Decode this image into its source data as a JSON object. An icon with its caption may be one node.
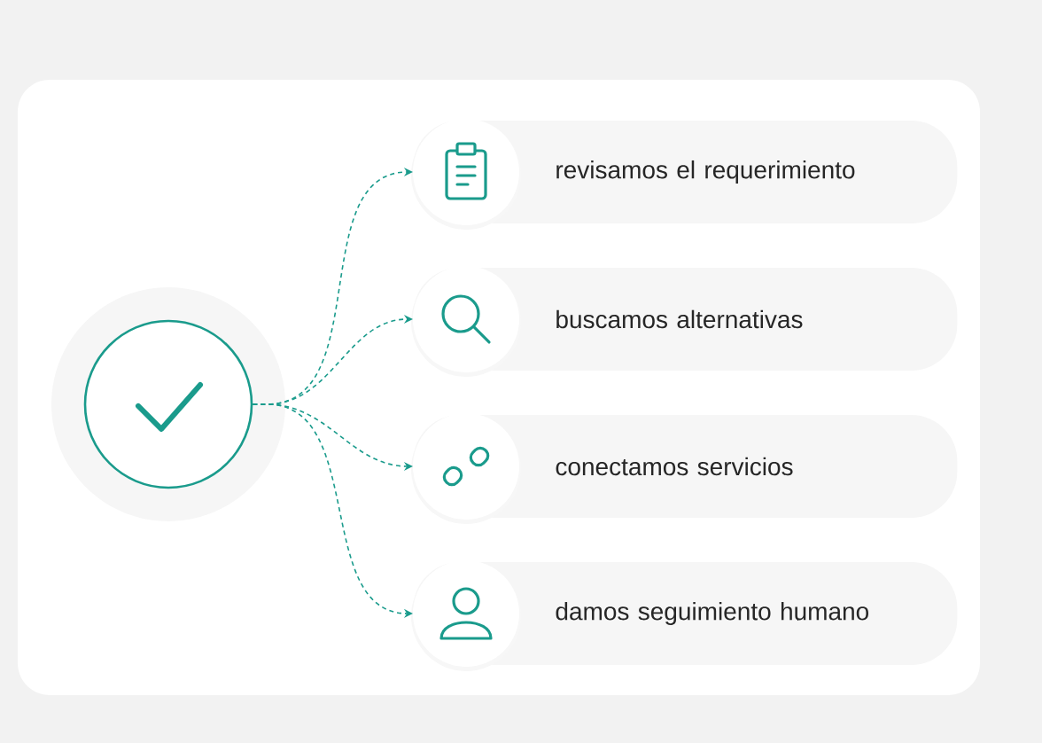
{
  "diagram": {
    "nodes": [
      {
        "text": [],
        "shape": "circle"
      },
      {
        "text": [
          "revisamos el requerimiento"
        ]
      },
      {
        "text": [
          "buscamos alternativas"
        ]
      },
      {
        "text": [
          "conectamos servicios"
        ]
      },
      {
        "text": [
          "damos seguimiento humano"
        ]
      }
    ],
    "edges": [
      {
        "from": 0,
        "to": 1,
        "arrow": "to",
        "style": "dashed"
      },
      {
        "from": 0,
        "to": 2,
        "arrow": "to",
        "style": "dashed"
      },
      {
        "from": 0,
        "to": 3,
        "arrow": "to",
        "style": "dashed"
      },
      {
        "from": 0,
        "to": 4,
        "arrow": "to",
        "style": "dashed"
      }
    ]
  }
}
